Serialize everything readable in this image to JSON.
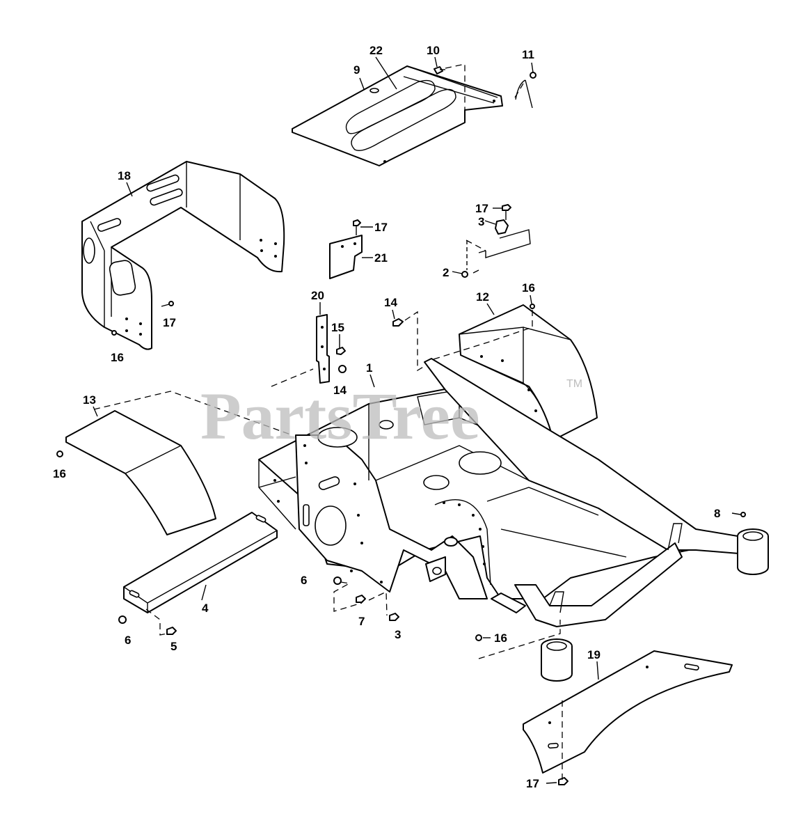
{
  "watermark": {
    "text": "PartsTree",
    "trademark": "TM"
  },
  "callouts": {
    "c1": "1",
    "c2": "2",
    "c3a": "3",
    "c3b": "3",
    "c4": "4",
    "c5": "5",
    "c6a": "6",
    "c6b": "6",
    "c7": "7",
    "c8": "8",
    "c9": "9",
    "c10": "10",
    "c11": "11",
    "c12": "12",
    "c13": "13",
    "c14a": "14",
    "c14b": "14",
    "c15": "15",
    "c16a": "16",
    "c16b": "16",
    "c16c": "16",
    "c16d": "16",
    "c17a": "17",
    "c17b": "17",
    "c17c": "17",
    "c17d": "17",
    "c18": "18",
    "c19": "19",
    "c20": "20",
    "c21": "21",
    "c22": "22"
  }
}
